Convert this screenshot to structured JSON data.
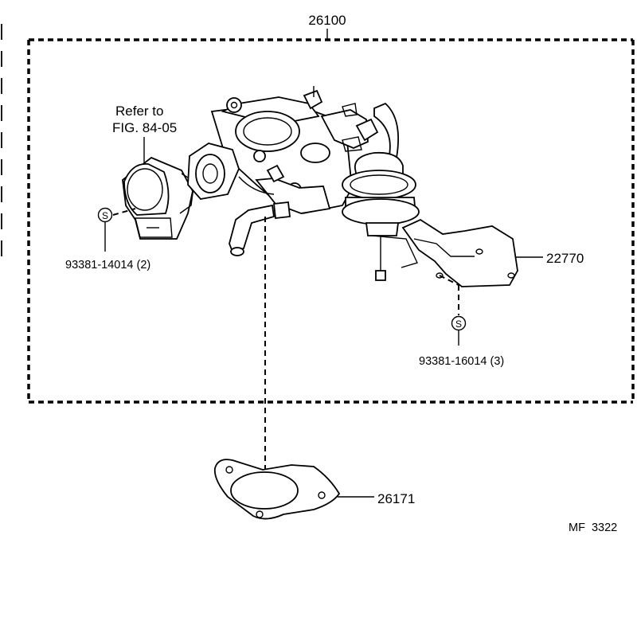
{
  "diagram": {
    "assembly_part_no": "26100",
    "reference_note": [
      "Refer to",
      "FIG. 84-05"
    ],
    "parts": {
      "bracket": "22770",
      "gasket": "26171"
    },
    "screws": [
      {
        "symbol": "S",
        "label": "93381-14014 (2)"
      },
      {
        "symbol": "S",
        "label": "93381-16014 (3)"
      }
    ],
    "figure_code": "MF  3322"
  }
}
